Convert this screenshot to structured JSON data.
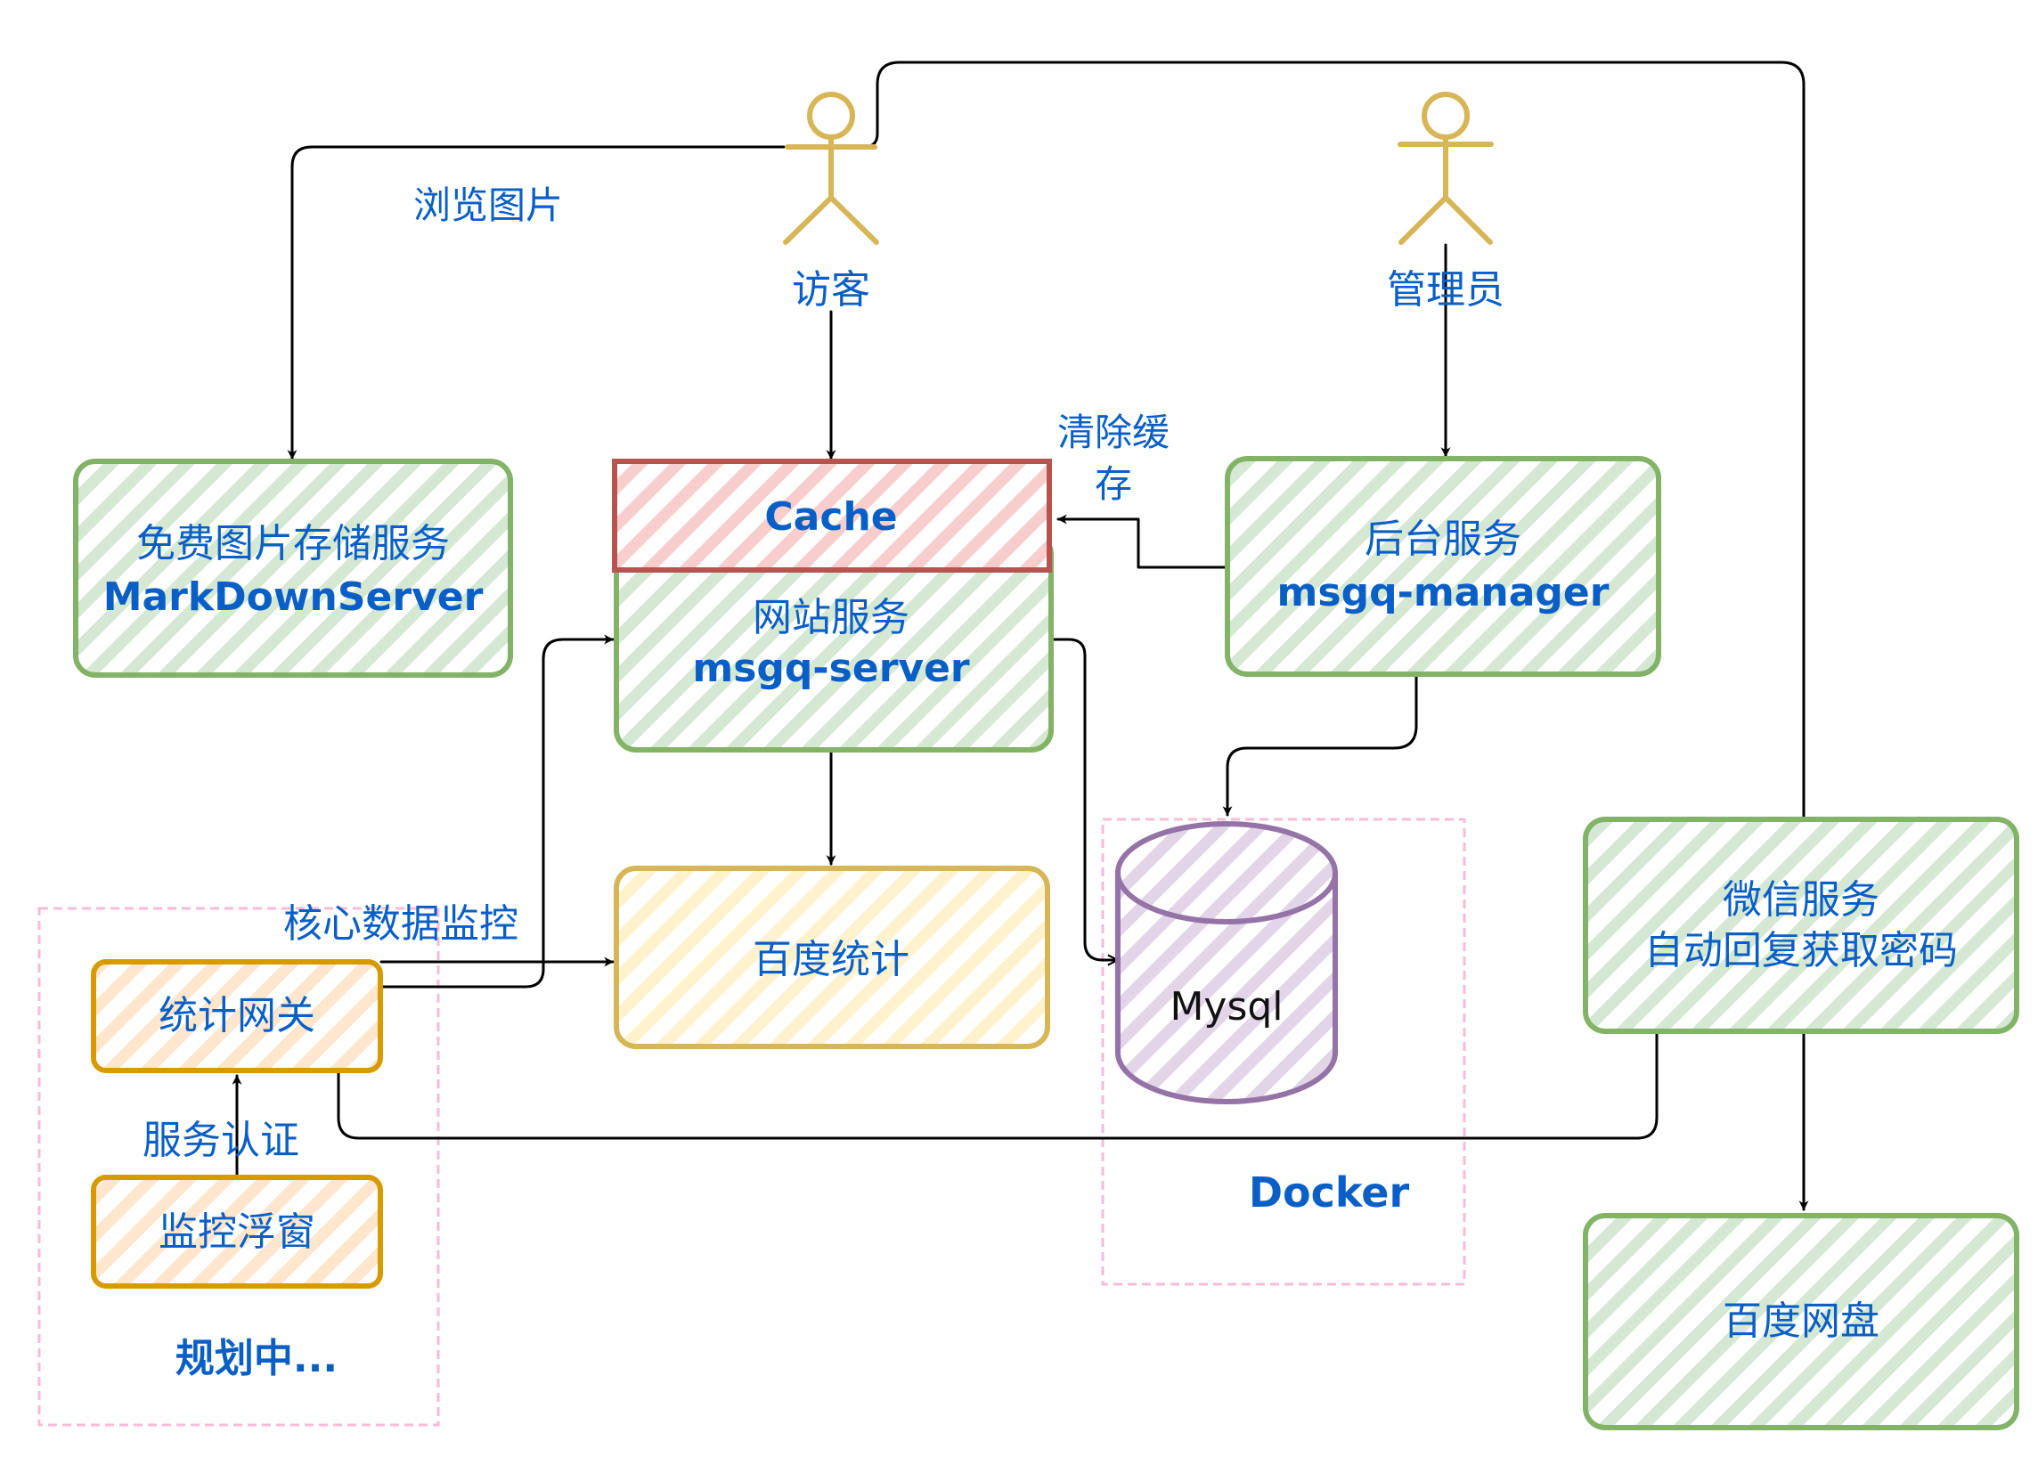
{
  "colors": {
    "green_stroke": "#82b366",
    "green_fill": "#d5e8d4",
    "red_stroke": "#b85450",
    "red_fill": "#f8cecc",
    "yellow_stroke": "#d6b656",
    "yellow_fill": "#fff2cc",
    "orange_stroke": "#d79b00",
    "orange_fill": "#ffe6cc",
    "purple_stroke": "#9673a6",
    "purple_fill": "#e1d5e7",
    "pink_stroke": "#f8bbd9",
    "actor_stroke": "#d6b656",
    "label_blue": "#0a5fc7"
  },
  "actors": {
    "visitor": "访客",
    "admin": "管理员"
  },
  "nodes": {
    "markdown": {
      "line1": "免费图片存储服务",
      "line2": "MarkDownServer"
    },
    "cache": {
      "label": "Cache"
    },
    "server": {
      "line1": "网站服务",
      "line2": "msgq-server"
    },
    "manager": {
      "line1": "后台服务",
      "line2": "msgq-manager"
    },
    "baidu_stats": {
      "label": "百度统计"
    },
    "mysql": {
      "label": "Mysql"
    },
    "wechat": {
      "line1": "微信服务",
      "line2": "自动回复获取密码"
    },
    "baidu_pan": {
      "label": "百度网盘"
    },
    "gateway": {
      "label": "统计网关"
    },
    "monitor": {
      "label": "监控浮窗"
    }
  },
  "groups": {
    "docker": "Docker",
    "planning": "规划中..."
  },
  "edge_labels": {
    "browse": "浏览图片",
    "clear_cache_1": "清除缓",
    "clear_cache_2": "存",
    "core_monitor": "核心数据监控",
    "auth": "服务认证"
  }
}
